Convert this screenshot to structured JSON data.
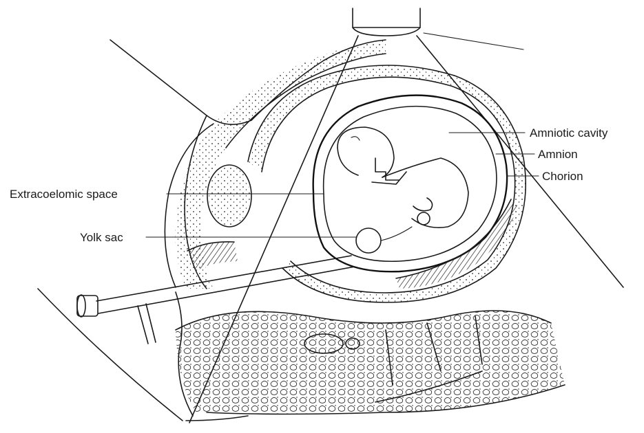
{
  "labels": {
    "amniotic_cavity": "Amniotic cavity",
    "amnion": "Amnion",
    "chorion": "Chorion",
    "extracoelomic_space": "Extracoelomic space",
    "yolk_sac": "Yolk sac"
  }
}
